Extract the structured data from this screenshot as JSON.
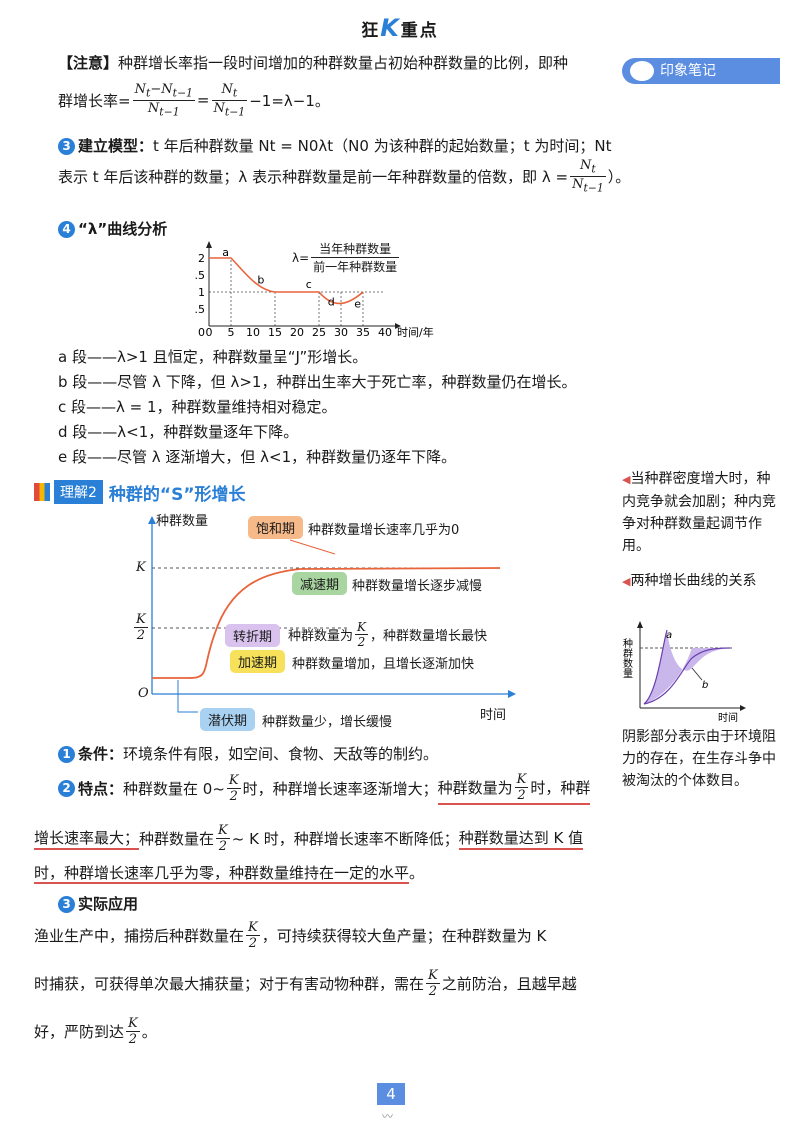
{
  "header": {
    "pre": "狂",
    "k": "K",
    "post": "重点"
  },
  "note_tab": "印象笔记",
  "note": {
    "tag": "【注意】",
    "text": "种群增长率指一段时间增加的种群数量占初始种群数量的比例，即种",
    "line2_pre": "群增长率=",
    "eq_mid": "=",
    "eq_tail": "−1=λ−1。"
  },
  "model": {
    "num": "3",
    "title": "建立模型：",
    "l1": "t 年后种群数量 Nt = N0λt（N0 为该种群的起始数量；t 为时间；Nt",
    "l2": "表示 t 年后该种群的数量；λ 表示种群数量是前一年种群数量的倍数，即 λ =",
    "l2_end": "）。"
  },
  "lambda": {
    "num": "4",
    "title": "“λ”曲线分析",
    "formula_lhs": "λ=",
    "formula_num": "当年种群数量",
    "formula_den": "前一年种群数量",
    "xaxis_label": "时间/年",
    "segments": [
      {
        "seg": "a 段",
        "text": "——λ>1 且恒定，种群数量呈“J”形增长。"
      },
      {
        "seg": "b 段",
        "text": "——尽管 λ 下降，但 λ>1，种群出生率大于死亡率，种群数量仍在增长。"
      },
      {
        "seg": "c 段",
        "text": "——λ = 1，种群数量维持相对稳定。"
      },
      {
        "seg": "d 段",
        "text": "——λ<1，种群数量逐年下降。"
      },
      {
        "seg": "e 段",
        "text": "——尽管 λ 逐渐增大，但 λ<1，种群数量仍逐年下降。"
      }
    ]
  },
  "section2": {
    "tag": "理解2",
    "title": "种群的“S”形增长"
  },
  "s_curve": {
    "ylabel": "种群数量",
    "xlabel": "时间",
    "origin": "O",
    "k": "K",
    "k_half_num": "K",
    "k_half_den": "2",
    "phases": [
      {
        "name": "饱和期",
        "desc": "种群数量增长速率几乎为0",
        "color": "#f6b98a"
      },
      {
        "name": "减速期",
        "desc": "种群数量增长逐步减慢",
        "color": "#a8d5a0"
      },
      {
        "name": "转折期",
        "desc": "种群数量为",
        "desc2": "，种群数量增长最快",
        "color": "#d9c3ee"
      },
      {
        "name": "加速期",
        "desc": "种群数量增加，且增长逐渐加快",
        "color": "#f7e15a"
      },
      {
        "name": "潜伏期",
        "desc": "种群数量少，增长缓慢",
        "color": "#a9d2f2"
      }
    ]
  },
  "chart_data": [
    {
      "type": "line",
      "title": "",
      "xlabel": "时间/年",
      "ylabel": "λ",
      "x_ticks": [
        0,
        5,
        10,
        15,
        20,
        25,
        30,
        35,
        40
      ],
      "y_ticks": [
        0,
        0.5,
        1,
        1.5,
        2
      ],
      "xlim": [
        0,
        40
      ],
      "ylim": [
        0,
        2
      ],
      "points": [
        [
          0,
          2
        ],
        [
          5,
          2
        ],
        [
          10,
          1.3
        ],
        [
          15,
          1
        ],
        [
          20,
          1
        ],
        [
          25,
          1
        ],
        [
          30,
          0.6
        ],
        [
          35,
          1
        ]
      ],
      "segment_labels": [
        "a",
        "b",
        "c",
        "d",
        "e"
      ]
    }
  ],
  "conditions": {
    "num": "1",
    "title": "条件：",
    "text": "环境条件有限，如空间、食物、天敌等的制约。"
  },
  "features": {
    "num": "2",
    "title": "特点：",
    "l1a": "种群数量在 0~",
    "l1b": "时，种群增长速率逐渐增大；",
    "l1c": "种群数量为",
    "l1d": "时，种群",
    "l2a": "增长速率最大；",
    "l2b": "种群数量在",
    "l2c": "~ K 时，种群增长速率不断降低；",
    "l2d": "种群数量达到 K 值",
    "l3a": "时，种群增长速率几乎为零，种群数量维持在一定的水平",
    "l3b": "。"
  },
  "application": {
    "num": "3",
    "title": "实际应用",
    "l1a": "渔业生产中，捕捞后种群数量在",
    "l1b": "，可持续获得较大鱼产量；在种群数量为 K",
    "l2a": "时捕获，可获得单次最大捕获量；对于有害动物种群，需在",
    "l2b": "之前防治，且越早越",
    "l3a": "好，严防到达",
    "l3b": "。"
  },
  "sidebar": {
    "note1": "当种群密度增大时，种内竞争就会加剧；种内竞争对种群数量起调节作用。",
    "note2_title": "两种增长曲线的关系",
    "mini_ylabel": "种群数量",
    "mini_xlabel": "时间",
    "mini_a": "a",
    "mini_b": "b",
    "note3": "阴影部分表示由于环境阻力的存在，在生存斗争中被淘汰的个体数目。"
  },
  "page_number": "4",
  "k_half": {
    "num": "K",
    "den": "2"
  }
}
